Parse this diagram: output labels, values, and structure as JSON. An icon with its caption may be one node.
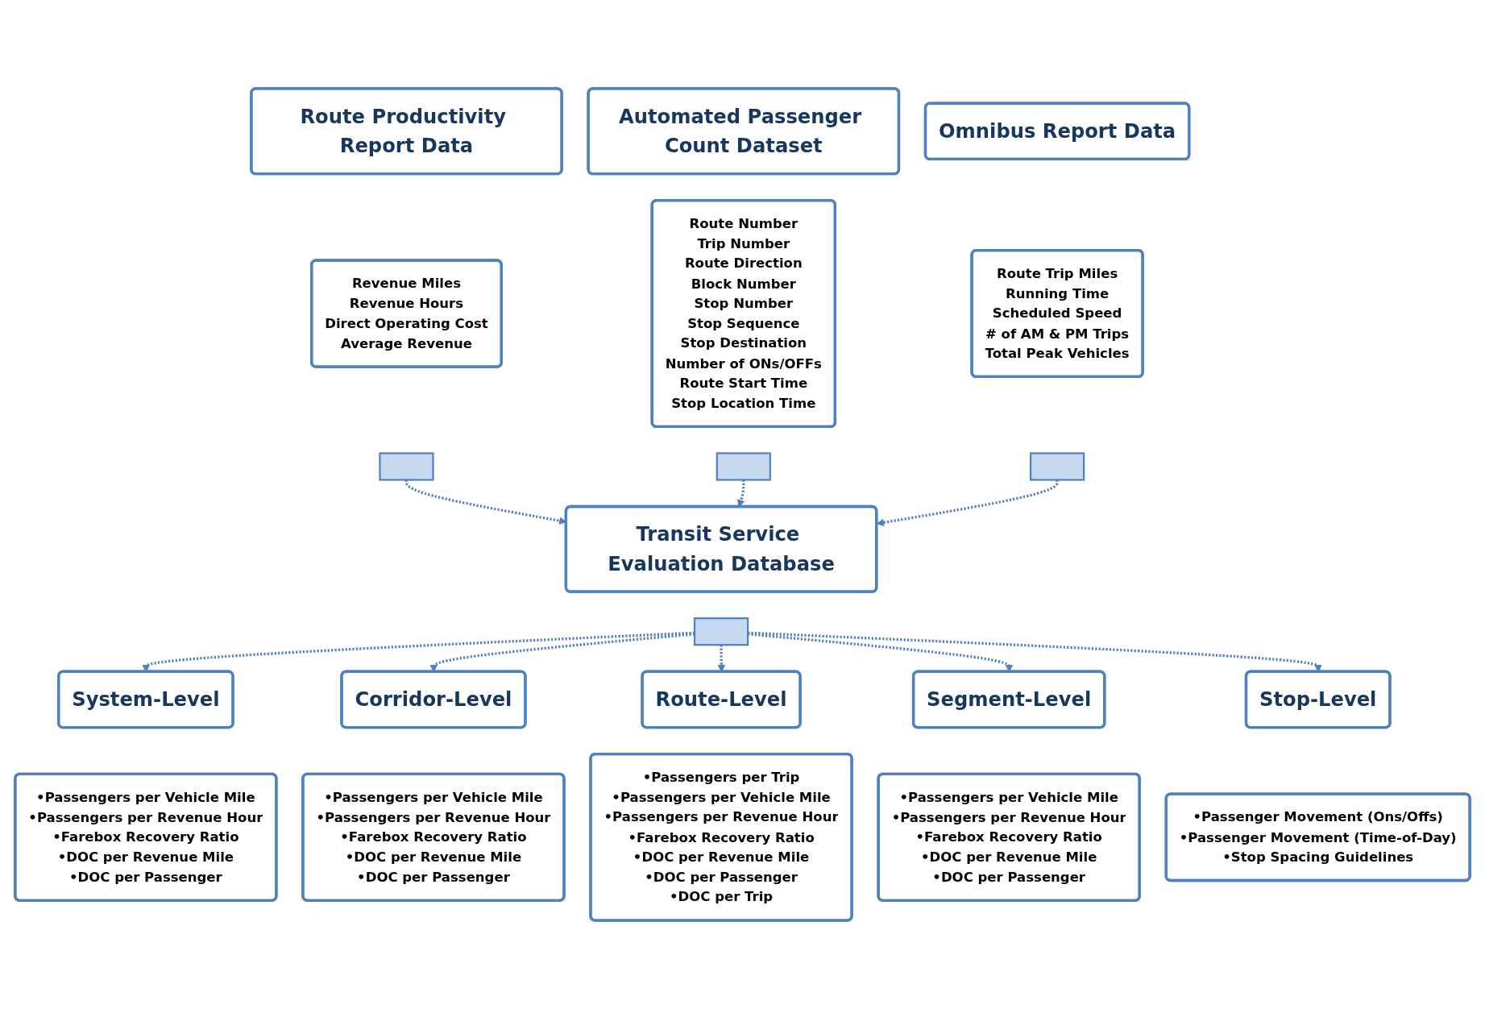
{
  "diagram": {
    "nodes": [
      {
        "text": [
          "Route Productivity Report Data"
        ]
      },
      {
        "text": [
          "Revenue Miles",
          "Revenue Hours",
          "Direct Operating Cost",
          "Average Revenue"
        ]
      },
      {
        "text": [],
        "shape": "bar"
      },
      {
        "text": [
          "Automated Passenger Count Dataset"
        ]
      },
      {
        "text": [
          "Route Number",
          "Trip Number",
          "Route Direction",
          "Block Number",
          "Stop Number",
          "Stop Sequence",
          "Stop Destination",
          "Number of ONs/OFFs",
          "Route Start Time",
          "Stop Location Time"
        ]
      },
      {
        "text": [],
        "shape": "bar"
      },
      {
        "text": [
          "Omnibus Report Data"
        ]
      },
      {
        "text": [
          "Route Trip Miles",
          "Running Time",
          "Scheduled Speed",
          "# of AM & PM Trips",
          "Total Peak Vehicles"
        ]
      },
      {
        "text": [],
        "shape": "bar"
      },
      {
        "text": [
          "Transit Service Evaluation Database"
        ]
      },
      {
        "text": [],
        "shape": "bar"
      },
      {
        "text": [
          "System-Level"
        ]
      },
      {
        "text": [
          "•Passengers per Vehicle Mile",
          "•Passengers per Revenue Hour",
          "•Farebox Recovery Ratio",
          "•DOC per Revenue Mile",
          "•DOC per Passenger"
        ]
      },
      {
        "text": [
          "Corridor-Level"
        ]
      },
      {
        "text": [
          "•Passengers per Vehicle Mile",
          "•Passengers per Revenue Hour",
          "•Farebox Recovery Ratio",
          "•DOC per Revenue Mile",
          "•DOC per Passenger"
        ]
      },
      {
        "text": [
          "Route-Level"
        ]
      },
      {
        "text": [
          "•Passengers per Trip",
          "•Passengers per Vehicle Mile",
          "•Passengers per Revenue Hour",
          "•Farebox Recovery Ratio",
          "•DOC per Revenue Mile",
          "•DOC per Passenger",
          "•DOC per Trip"
        ]
      },
      {
        "text": [
          "Segment-Level"
        ]
      },
      {
        "text": [
          "•Passengers per Vehicle Mile",
          "•Passengers per Revenue Hour",
          "•Farebox Recovery Ratio",
          "•DOC per Revenue Mile",
          "•DOC per Passenger"
        ]
      },
      {
        "text": [
          "Stop-Level"
        ]
      },
      {
        "text": [
          "•Passenger Movement (Ons/Offs)",
          "•Passenger Movement (Time-of-Day)",
          "•Stop Spacing Guidelines"
        ]
      }
    ],
    "edges": [
      {
        "from": 2,
        "to": 9,
        "arrow": "to",
        "style": "dashed"
      },
      {
        "from": 5,
        "to": 9,
        "arrow": "to",
        "style": "dashed"
      },
      {
        "from": 8,
        "to": 9,
        "arrow": "to",
        "style": "dashed"
      },
      {
        "from": 10,
        "to": 11,
        "arrow": "to",
        "style": "dashed"
      },
      {
        "from": 10,
        "to": 13,
        "arrow": "to",
        "style": "dashed"
      },
      {
        "from": 10,
        "to": 15,
        "arrow": "to",
        "style": "dashed"
      },
      {
        "from": 10,
        "to": 17,
        "arrow": "to",
        "style": "dashed"
      },
      {
        "from": 10,
        "to": 19,
        "arrow": "to",
        "style": "dashed"
      }
    ]
  }
}
